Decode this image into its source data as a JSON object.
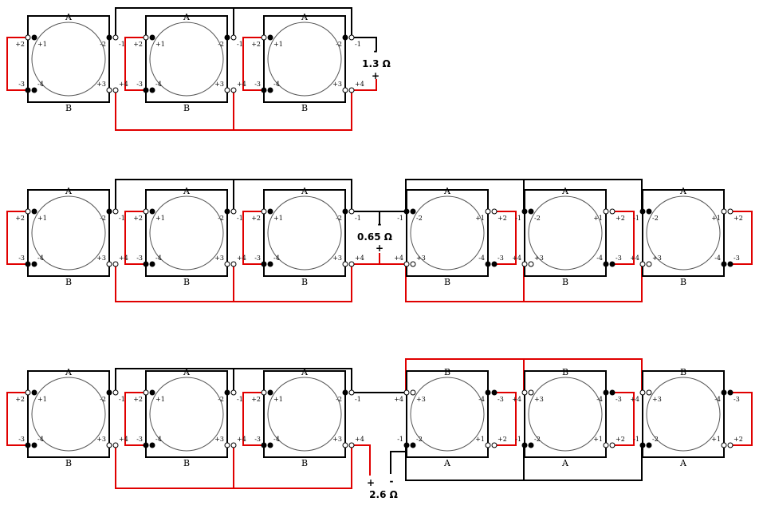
{
  "impedance_labels": {
    "row1": "1.3 Ω",
    "row2": "0.65 Ω",
    "row3": "2.6 Ω"
  },
  "polarity": {
    "minus": "-",
    "plus": "+"
  },
  "coil_labels": {
    "top_a": "A",
    "bottom_b": "B",
    "top_b": "B",
    "bottom_a": "A"
  },
  "terminals": {
    "normal": {
      "tl_outer": "+2",
      "tl_inner": "+1",
      "tr_inner": "-2",
      "tr_outer": "-1",
      "bl_outer": "-3",
      "bl_inner": "-4",
      "br_inner": "+3",
      "br_outer": "+4"
    },
    "mirrored": {
      "tl_outer": "-1",
      "tl_inner": "-2",
      "tr_inner": "+1",
      "tr_outer": "+2",
      "bl_outer": "+4",
      "bl_inner": "+3",
      "br_inner": "-4",
      "br_outer": "-3"
    },
    "flipped": {
      "tl_outer": "+4",
      "tl_inner": "+3",
      "tr_inner": "-4",
      "tr_outer": "-3",
      "bl_outer": "-1",
      "bl_inner": "-2",
      "br_inner": "+1",
      "br_outer": "+2"
    }
  },
  "rows": [
    {
      "name": "row1",
      "units": [
        "normal",
        "normal",
        "normal"
      ]
    },
    {
      "name": "row2",
      "units": [
        "normal",
        "normal",
        "normal",
        "mirrored",
        "mirrored",
        "mirrored"
      ]
    },
    {
      "name": "row3",
      "units": [
        "normal",
        "normal",
        "normal",
        "flipped",
        "flipped",
        "flipped"
      ]
    }
  ]
}
